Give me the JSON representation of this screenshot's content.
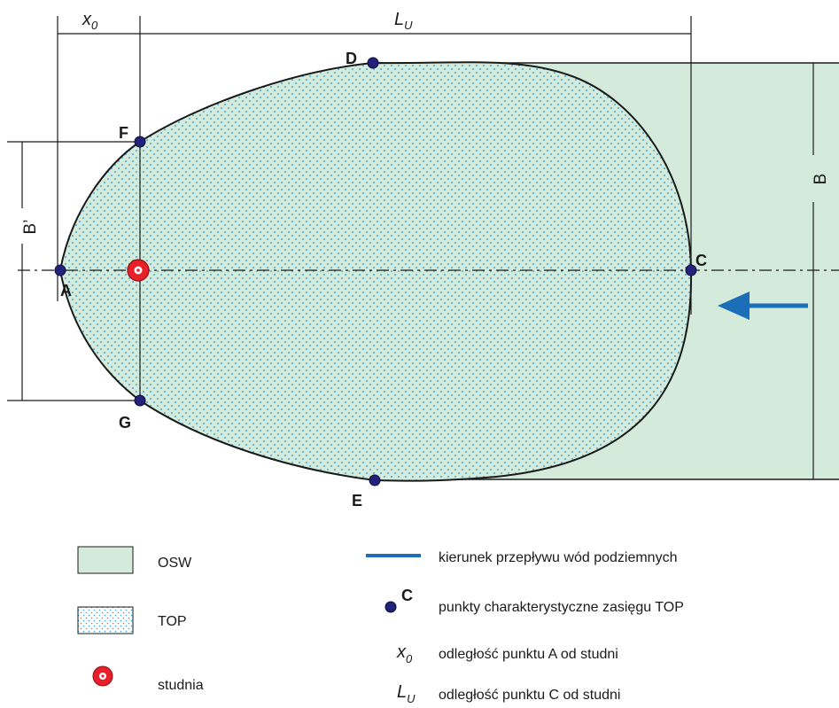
{
  "points": {
    "A": "A",
    "C": "C",
    "D": "D",
    "E": "E",
    "F": "F",
    "G": "G"
  },
  "dimensions": {
    "x0": "x",
    "x0_sub": "0",
    "lu": "L",
    "lu_sub": "U",
    "b_prime": "B’",
    "b": "B"
  },
  "legend": {
    "osw": "OSW",
    "top": "TOP",
    "well": "studnia",
    "flow": "kierunek przepływu wód podziemnych",
    "point_symbol": "C",
    "points": "punkty charakterystyczne zasięgu TOP",
    "x0_symbol": "x",
    "x0_sub": "0",
    "x0_desc": "odległość punktu A od studni",
    "lu_symbol": "L",
    "lu_sub": "U",
    "lu_desc": "odległość punktu C od studni"
  },
  "colors": {
    "osw_fill": "#d4ebdc",
    "top_dots": "#3ba3d9",
    "point": "#22227a",
    "well": "#e8202a",
    "flow_arrow": "#1a6fb8"
  }
}
